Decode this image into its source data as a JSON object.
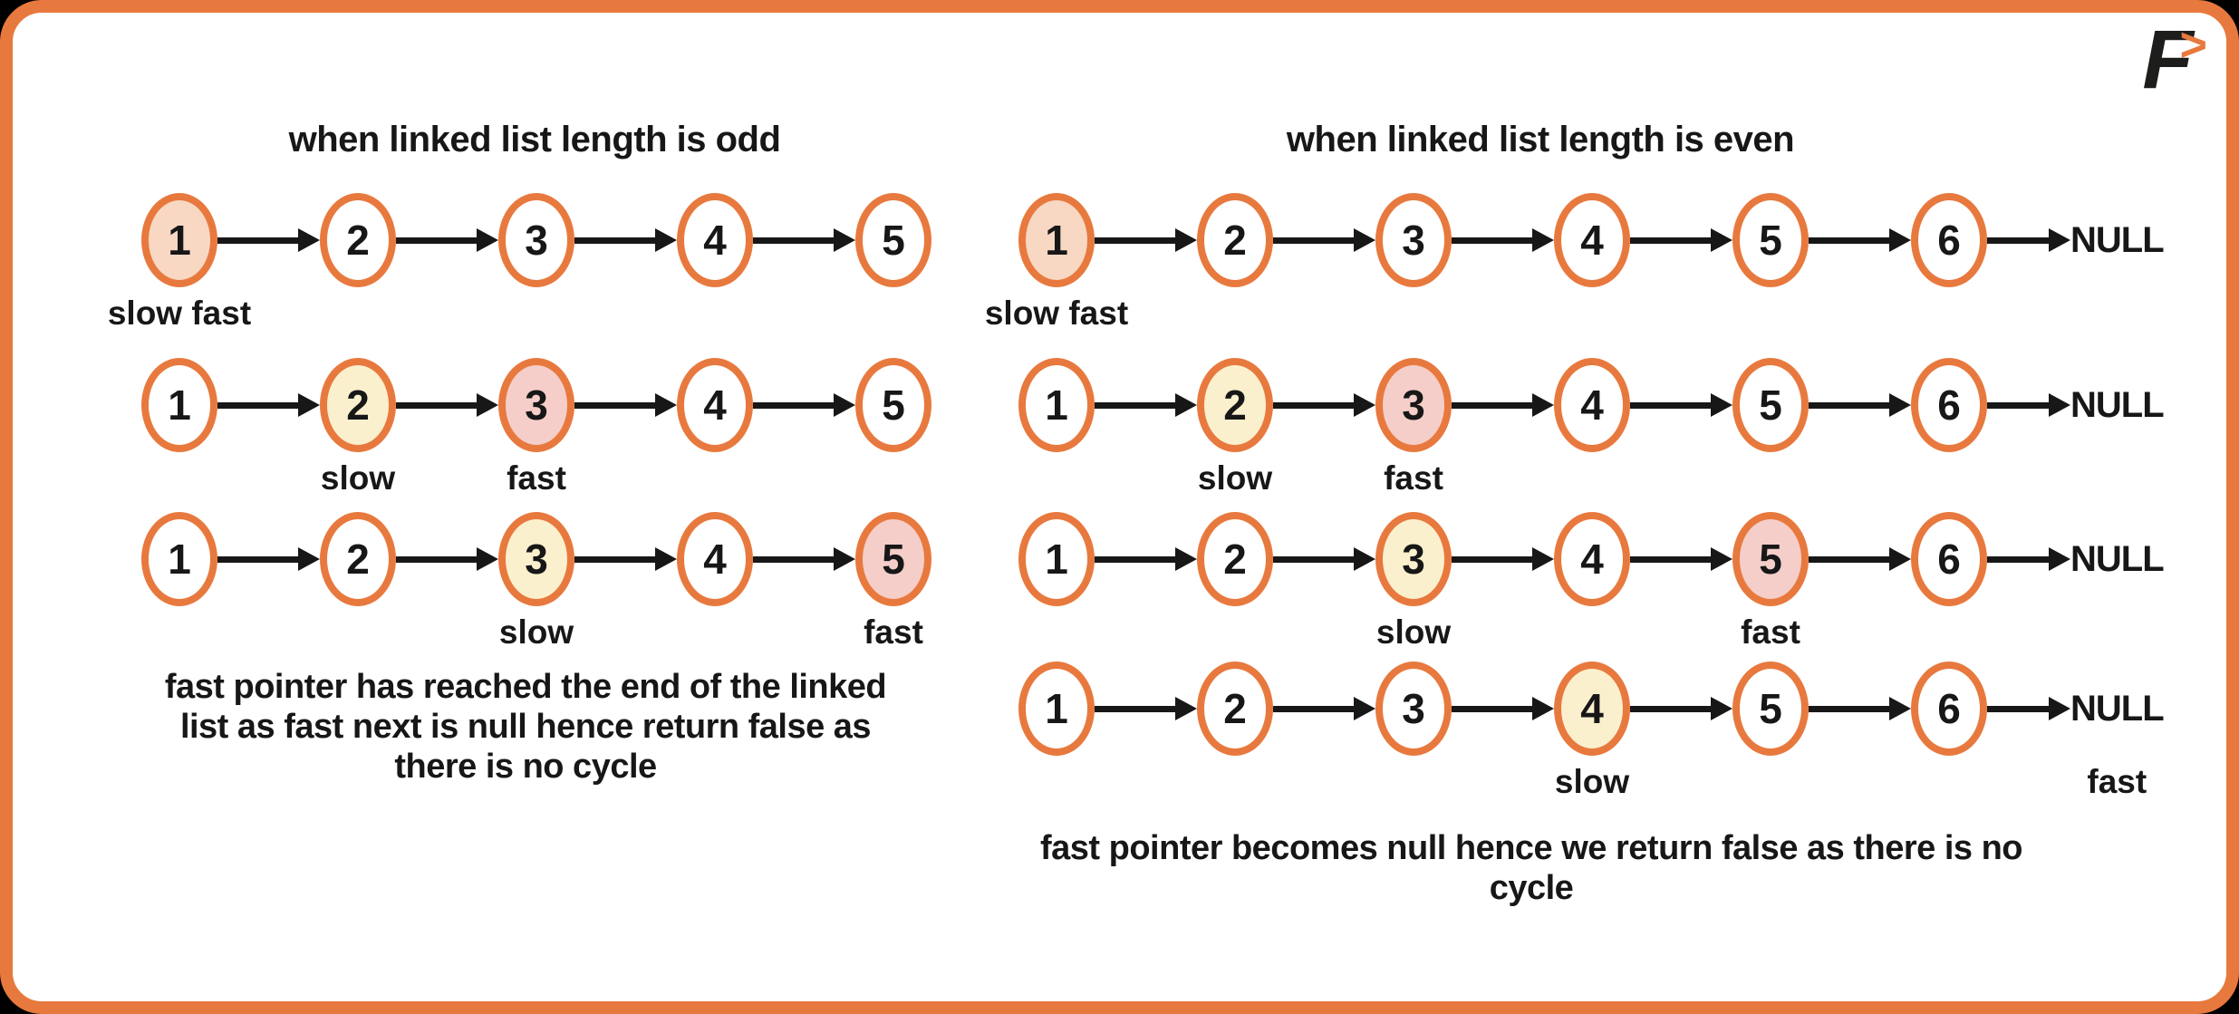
{
  "frame": {
    "border_color": "#E8793E",
    "background": "#FFFFFF",
    "outside_background": "#000000"
  },
  "logo": {
    "letter": "F",
    "chevron": ">"
  },
  "colors": {
    "node_border": "#E8793E",
    "start_fill": "#F8D8C3",
    "slow_fill": "#FBF0CD",
    "fast_fill": "#F5CEC9",
    "arrow": "#171717",
    "text": "#171717"
  },
  "sections": [
    {
      "id": "odd",
      "title": "when linked list length is odd",
      "caption_lines": [
        "fast pointer has reached the end of the linked",
        "list as fast next is null hence return false as",
        "there is no cycle"
      ],
      "rows": [
        {
          "nodes": [
            {
              "value": "1",
              "highlight": "start",
              "label": "slow fast"
            },
            {
              "value": "2"
            },
            {
              "value": "3"
            },
            {
              "value": "4"
            },
            {
              "value": "5"
            }
          ],
          "null_tail": false
        },
        {
          "nodes": [
            {
              "value": "1"
            },
            {
              "value": "2",
              "highlight": "slow",
              "label": "slow"
            },
            {
              "value": "3",
              "highlight": "fast",
              "label": "fast"
            },
            {
              "value": "4"
            },
            {
              "value": "5"
            }
          ],
          "null_tail": false
        },
        {
          "nodes": [
            {
              "value": "1"
            },
            {
              "value": "2"
            },
            {
              "value": "3",
              "highlight": "slow",
              "label": "slow"
            },
            {
              "value": "4"
            },
            {
              "value": "5",
              "highlight": "fast",
              "label": "fast"
            }
          ],
          "null_tail": false
        }
      ]
    },
    {
      "id": "even",
      "title": "when linked list length is even",
      "null_label": "NULL",
      "caption_lines": [
        "fast pointer becomes null hence we return false as there is no cycle"
      ],
      "rows": [
        {
          "nodes": [
            {
              "value": "1",
              "highlight": "start",
              "label": "slow fast"
            },
            {
              "value": "2"
            },
            {
              "value": "3"
            },
            {
              "value": "4"
            },
            {
              "value": "5"
            },
            {
              "value": "6"
            }
          ],
          "null_tail": true
        },
        {
          "nodes": [
            {
              "value": "1"
            },
            {
              "value": "2",
              "highlight": "slow",
              "label": "slow"
            },
            {
              "value": "3",
              "highlight": "fast",
              "label": "fast"
            },
            {
              "value": "4"
            },
            {
              "value": "5"
            },
            {
              "value": "6"
            }
          ],
          "null_tail": true
        },
        {
          "nodes": [
            {
              "value": "1"
            },
            {
              "value": "2"
            },
            {
              "value": "3",
              "highlight": "slow",
              "label": "slow"
            },
            {
              "value": "4"
            },
            {
              "value": "5",
              "highlight": "fast",
              "label": "fast"
            },
            {
              "value": "6"
            }
          ],
          "null_tail": true
        },
        {
          "nodes": [
            {
              "value": "1"
            },
            {
              "value": "2"
            },
            {
              "value": "3"
            },
            {
              "value": "4",
              "highlight": "slow",
              "label": "slow"
            },
            {
              "value": "5"
            },
            {
              "value": "6"
            }
          ],
          "null_tail": true,
          "tail_label": "fast"
        }
      ]
    }
  ]
}
